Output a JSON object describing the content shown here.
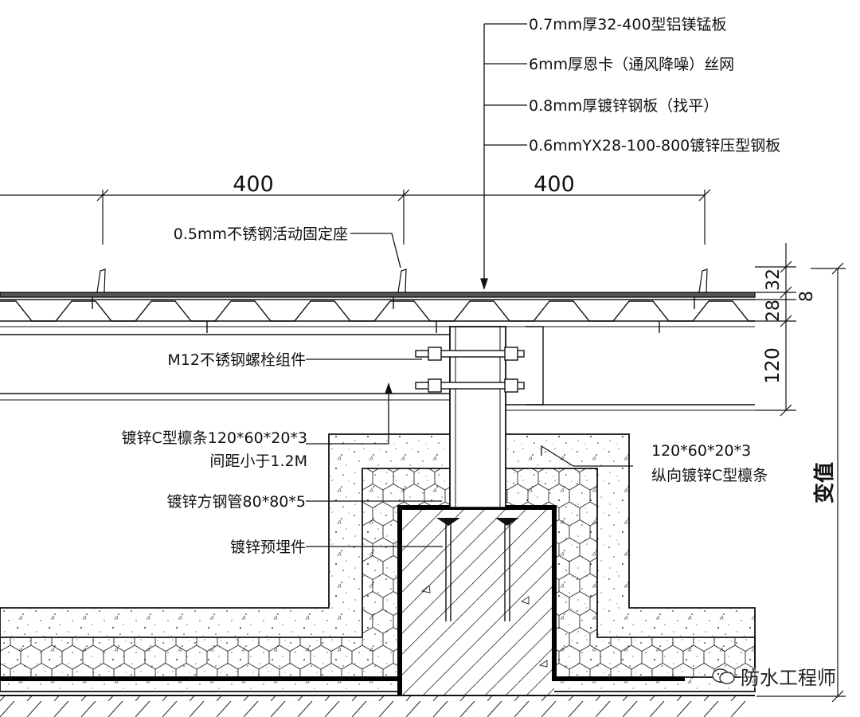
{
  "layers": {
    "l1": "0.7mm厚32-400型铝镁锰板",
    "l2": "6mm厚恩卡（通风降噪）丝网",
    "l3": "0.8mm厚镀锌钢板（找平）",
    "l4": "0.6mmYX28-100-800镀锌压型钢板"
  },
  "dims": {
    "span_left": "400",
    "span_right": "400",
    "d32": "32",
    "d8": "8",
    "d28": "28",
    "d120": "120",
    "variable": "变值"
  },
  "labels": {
    "clip": "0.5mm不锈钢活动固定座",
    "bolt": "M12不锈钢螺栓组件",
    "purlin_line1": "镀锌C型檩条120*60*20*3",
    "purlin_line2": "间距小于1.2M",
    "long_purlin_line1": "120*60*20*3",
    "long_purlin_line2": "纵向镀锌C型檩条",
    "tube": "镀锌方钢管80*80*5",
    "embed": "镀锌预埋件"
  },
  "watermark": {
    "text": "防水工程师",
    "icon": "wechat-icon"
  },
  "colors": {
    "ink": "#111111",
    "paper": "#ffffff"
  }
}
